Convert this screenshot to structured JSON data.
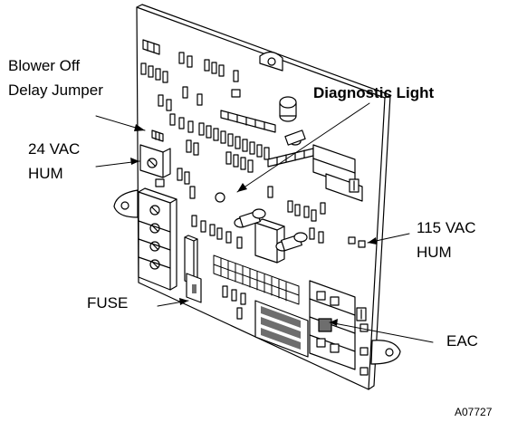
{
  "labels": {
    "blower_off_delay_jumper": [
      "Blower Off",
      "Delay Jumper"
    ],
    "diagnostic_light": "Diagnostic Light",
    "hum_24vac": [
      "24 VAC",
      "HUM"
    ],
    "hum_115vac": [
      "115 VAC",
      "HUM"
    ],
    "fuse": "FUSE",
    "eac": "EAC"
  },
  "figure_id": "A07727",
  "colors": {
    "line": "#000000",
    "board": "#ffffff",
    "shade": "#6e6e6e"
  }
}
